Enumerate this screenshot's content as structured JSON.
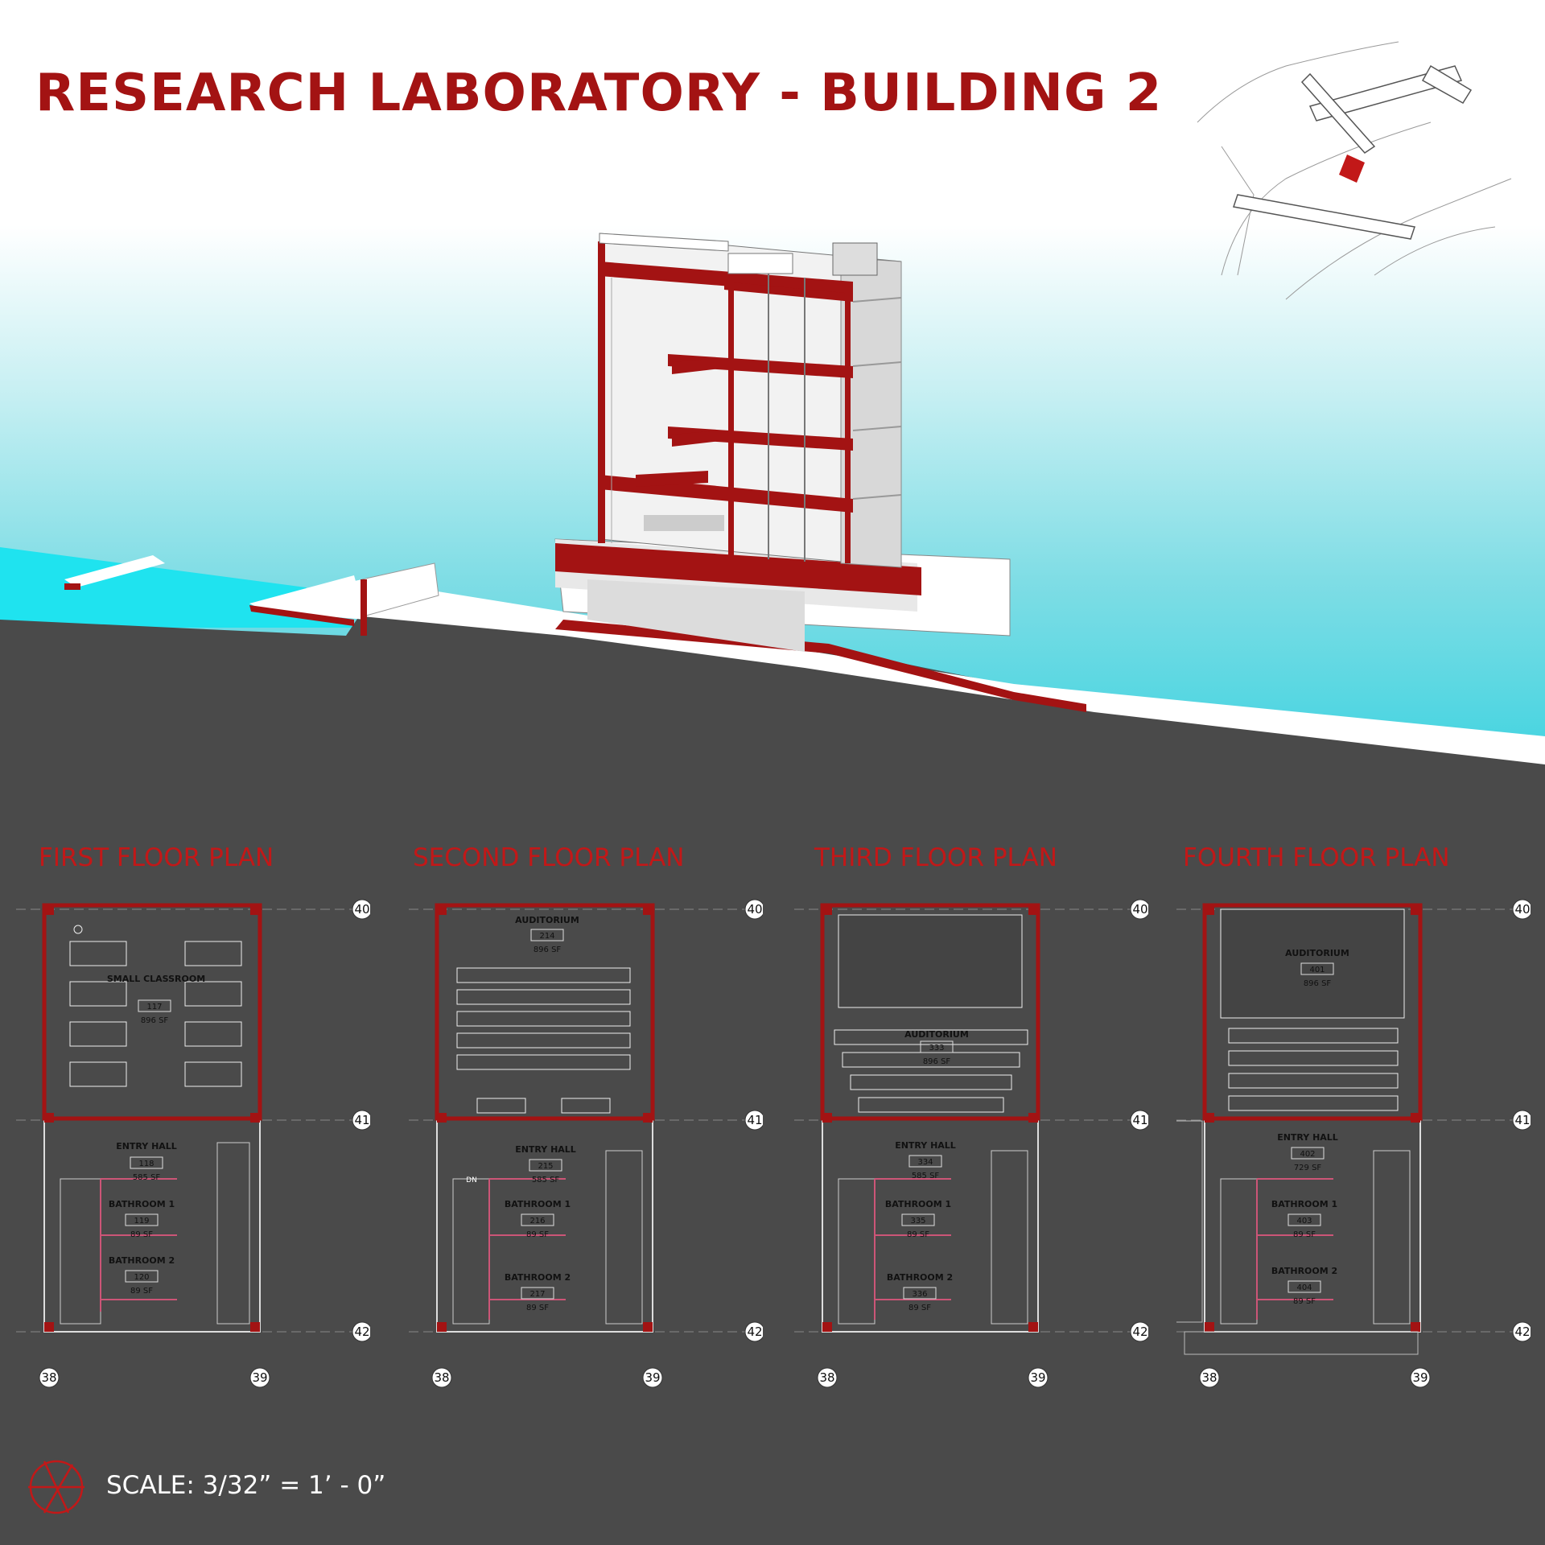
{
  "title": "RESEARCH LABORATORY - BUILDING 2",
  "scale": "SCALE: 3/32” = 1’ - 0”",
  "colors": {
    "accent": "#a31313",
    "background": "#4a4a4a",
    "water": "#1fd9e8"
  },
  "grid_labels": {
    "top": "40",
    "mid": "41",
    "bottom": "42",
    "left": "38",
    "right": "39"
  },
  "plans": [
    {
      "title": "FIRST FLOOR PLAN",
      "rooms": [
        {
          "name": "SMALL CLASSROOM",
          "number": "117",
          "area": "896 SF"
        },
        {
          "name": "ENTRY HALL",
          "number": "118",
          "area": "585 SF"
        },
        {
          "name": "BATHROOM 1",
          "number": "119",
          "area": "89 SF"
        },
        {
          "name": "BATHROOM 2",
          "number": "120",
          "area": "89 SF"
        }
      ]
    },
    {
      "title": "SECOND FLOOR PLAN",
      "stair_label": "DN",
      "rooms": [
        {
          "name": "AUDITORIUM",
          "number": "214",
          "area": "896 SF"
        },
        {
          "name": "ENTRY HALL",
          "number": "215",
          "area": "585 SF"
        },
        {
          "name": "BATHROOM 1",
          "number": "216",
          "area": "89 SF"
        },
        {
          "name": "BATHROOM 2",
          "number": "217",
          "area": "89 SF"
        }
      ]
    },
    {
      "title": "THIRD FLOOR PLAN",
      "rooms": [
        {
          "name": "AUDITORIUM",
          "number": "333",
          "area": "896 SF"
        },
        {
          "name": "ENTRY HALL",
          "number": "334",
          "area": "585 SF"
        },
        {
          "name": "BATHROOM 1",
          "number": "335",
          "area": "89 SF"
        },
        {
          "name": "BATHROOM 2",
          "number": "336",
          "area": "89 SF"
        }
      ]
    },
    {
      "title": "FOURTH FLOOR PLAN",
      "rooms": [
        {
          "name": "AUDITORIUM",
          "number": "401",
          "area": "896 SF"
        },
        {
          "name": "ENTRY HALL",
          "number": "402",
          "area": "729 SF"
        },
        {
          "name": "BATHROOM 1",
          "number": "403",
          "area": "89 SF"
        },
        {
          "name": "BATHROOM 2",
          "number": "404",
          "area": "89 SF"
        }
      ]
    }
  ]
}
